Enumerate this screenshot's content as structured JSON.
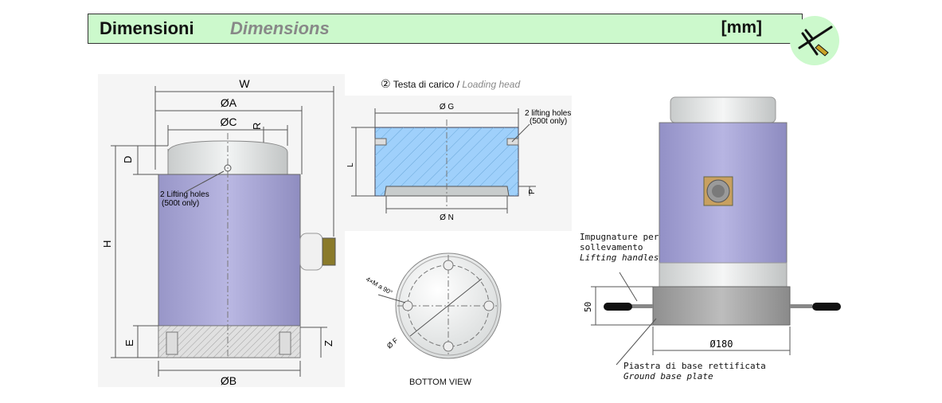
{
  "header": {
    "title_it": "Dimensioni",
    "title_en": "Dimensions",
    "unit": "[mm]",
    "icon": "caliper-icon",
    "accent_color": "#ccf9cc"
  },
  "left_view": {
    "dims": {
      "w": "W",
      "a": "ØA",
      "c": "ØC",
      "r": "R",
      "d": "D",
      "h": "H",
      "e": "E",
      "z": "Z",
      "b": "ØB"
    },
    "note_line1": "2 Lifting holes",
    "note_line2": "(500t only)"
  },
  "loading_head": {
    "number": "②",
    "title_it": "Testa di carico /",
    "title_en": "Loading head",
    "dims": {
      "g": "Ø G",
      "n": "Ø N",
      "l": "L",
      "p": "P"
    },
    "note_line1": "2 lifting holes",
    "note_line2": "(500t only)"
  },
  "bottom_view": {
    "label": "BOTTOM VIEW",
    "dim_m": "4×M a 90°",
    "dim_f": "Ø F"
  },
  "right_view": {
    "handles_it_1": "Impugnature per",
    "handles_it_2": "sollevamento",
    "handles_en": "Lifting handles",
    "dim_height": "50",
    "dim_diameter": "Ø180",
    "plate_it": "Piastra di base rettificata",
    "plate_en": "Ground base plate"
  }
}
